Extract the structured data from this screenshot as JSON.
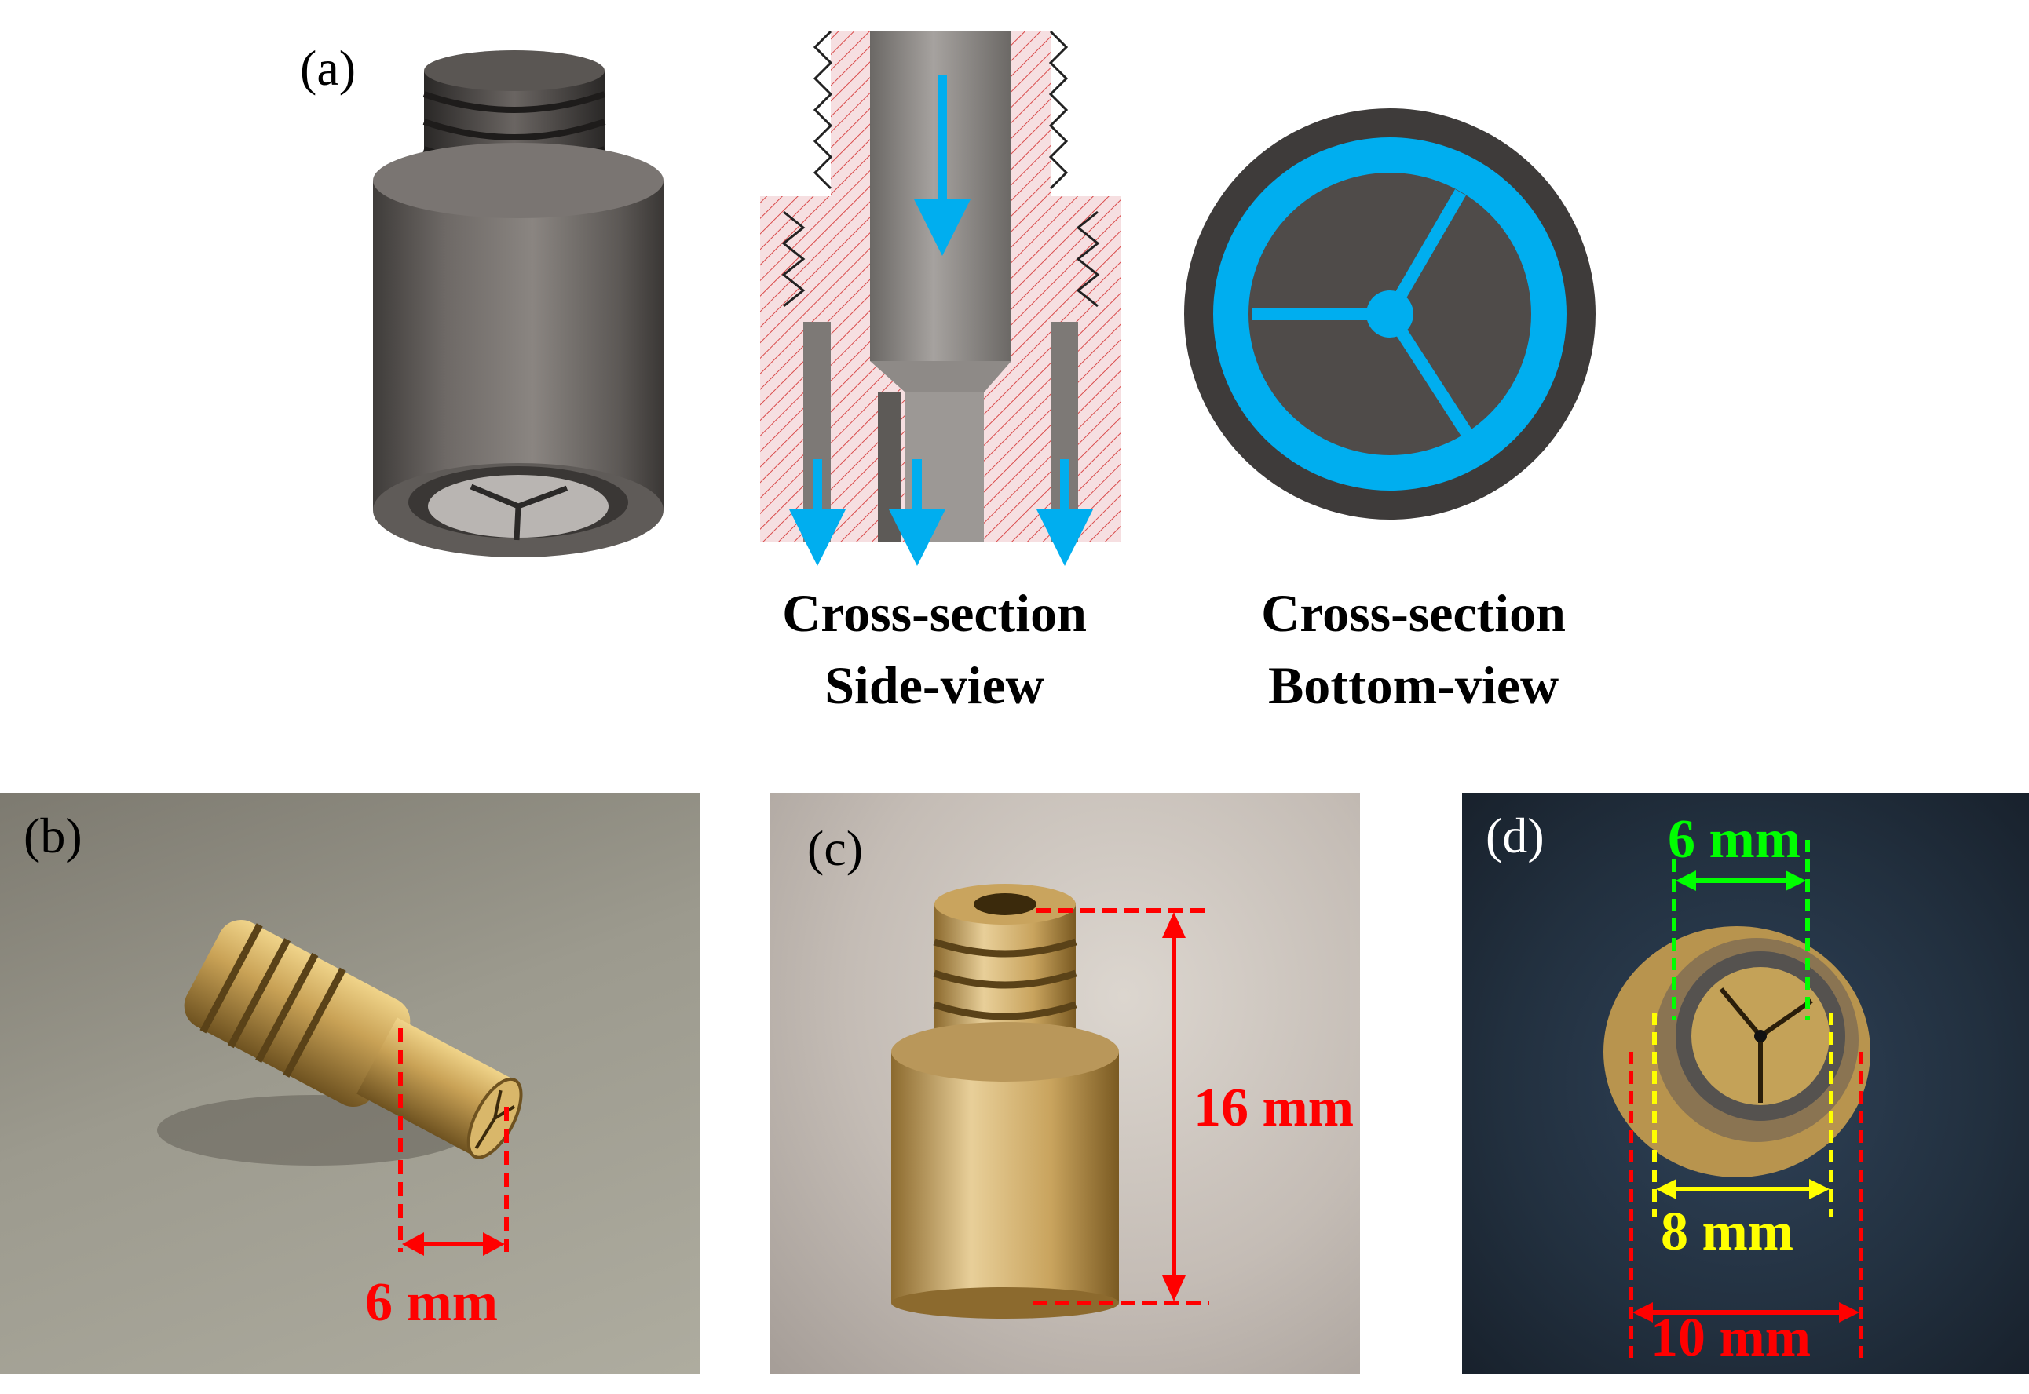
{
  "panels": {
    "a": {
      "label": "(a)"
    },
    "b": {
      "label": "(b)"
    },
    "c": {
      "label": "(c)"
    },
    "d": {
      "label": "(d)"
    }
  },
  "captions": {
    "side": {
      "line1": "Cross-section",
      "line2": "Side-view"
    },
    "bottom": {
      "line1": "Cross-section",
      "line2": "Bottom-view"
    }
  },
  "dimensions": {
    "b_width": "6 mm",
    "c_height": "16 mm",
    "d_inner": "6 mm",
    "d_middle": "8 mm",
    "d_outer": "10 mm"
  },
  "colors": {
    "flow": "#00aeef",
    "hatch": "#d94a4a",
    "hatch_fill": "#f6dfe1",
    "red_dim": "#ff0000",
    "green_dim": "#00ff00",
    "yellow_dim": "#ffff00",
    "metal_dark": "#4e4a47",
    "brass": "#c9a256"
  }
}
